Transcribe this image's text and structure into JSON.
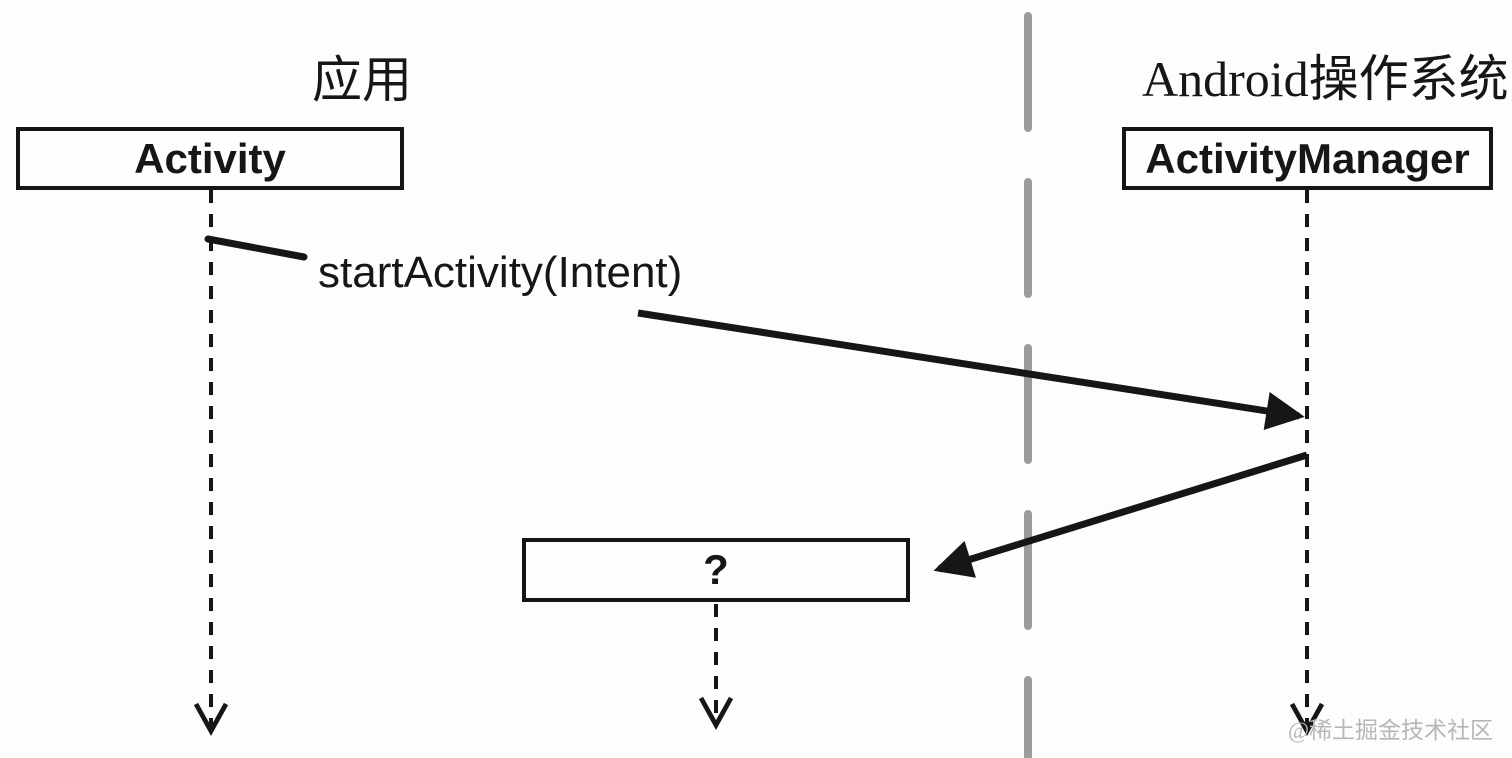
{
  "diagram": {
    "app_section": {
      "title": "应用",
      "actor_label": "Activity"
    },
    "os_section": {
      "title": "Android操作系统",
      "actor_label": "ActivityManager"
    },
    "unknown_actor_label": "?",
    "message_label": "startActivity(Intent)",
    "watermark": "@稀土掘金技术社区"
  },
  "colors": {
    "ink": "#161616",
    "divider": "#9c9c9c",
    "watermark": "#b6b6b6",
    "background": "#fdfdfd"
  }
}
